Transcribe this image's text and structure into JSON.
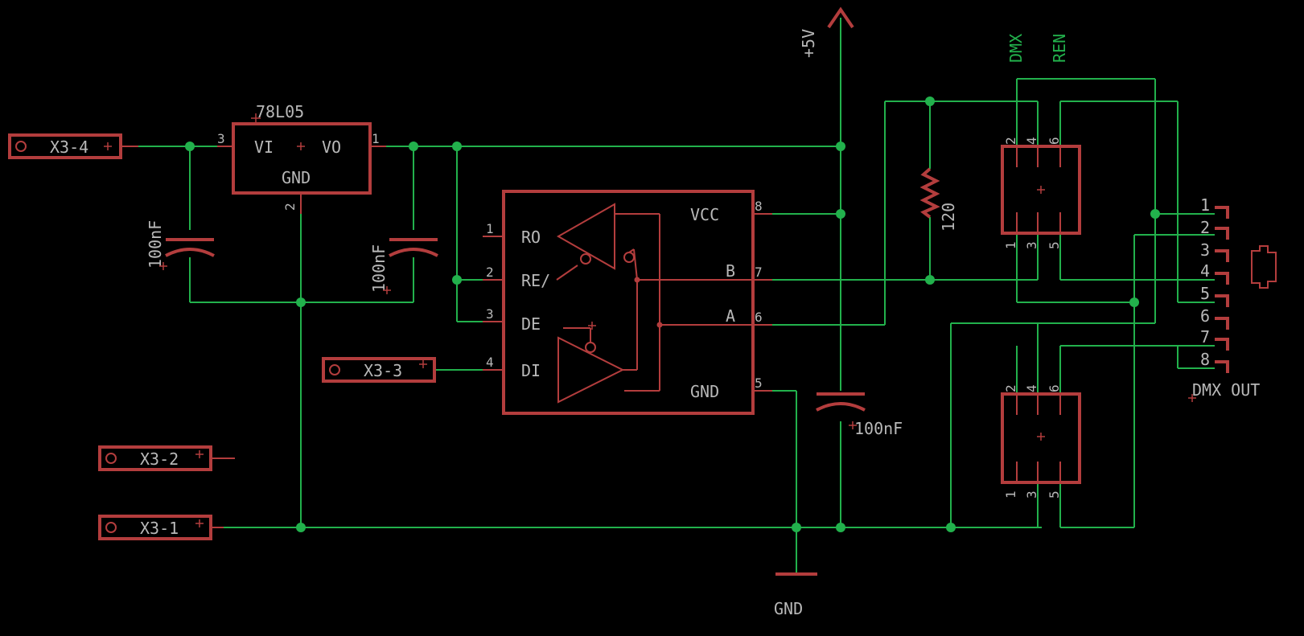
{
  "labels": {
    "regulator_name": "78L05",
    "reg_vi": "VI",
    "reg_vo": "VO",
    "reg_gnd": "GND",
    "reg_pin3": "3",
    "reg_pin1": "1",
    "reg_pin2": "2",
    "cap1_value": "100nF",
    "cap2_value": "100nF",
    "cap3_value": "100nF",
    "res_value": "120",
    "supply_5v": "+5V",
    "gnd_symbol": "GND",
    "ic_ro": "RO",
    "ic_re": "RE/",
    "ic_de": "DE",
    "ic_di": "DI",
    "ic_vcc": "VCC",
    "ic_b": "B",
    "ic_a": "A",
    "ic_gnd": "GND",
    "ic_pin1": "1",
    "ic_pin2": "2",
    "ic_pin3": "3",
    "ic_pin4": "4",
    "ic_pin5": "5",
    "ic_pin6": "6",
    "ic_pin7": "7",
    "ic_pin8": "8",
    "x3_4": "X3-4",
    "x3_3": "X3-3",
    "x3_2": "X3-2",
    "x3_1": "X3-1",
    "net_dmx": "DMX",
    "net_ren": "REN",
    "dmx_out": "DMX OUT",
    "jack_pins": [
      "1",
      "2",
      "3",
      "4",
      "5",
      "6",
      "7",
      "8"
    ],
    "header_top": [
      "2",
      "4",
      "6"
    ],
    "header_bottom": [
      "1",
      "3",
      "5"
    ]
  },
  "colors": {
    "background": "#000000",
    "wire": "#22b14c",
    "part": "#b33d3d",
    "text": "#b8b8b8",
    "net_label": "#22b14c"
  }
}
